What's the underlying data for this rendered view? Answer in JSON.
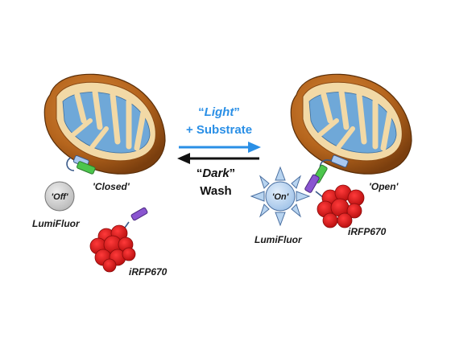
{
  "left_state": {
    "mito_label": "'Closed'",
    "probe_state": "'Off'",
    "probe_name": "LumiFluor",
    "protein_name": "iRFP670"
  },
  "right_state": {
    "mito_label": "'Open'",
    "probe_state": "'On'",
    "probe_name": "LumiFluor",
    "protein_name": "iRFP670"
  },
  "forward_arrow": {
    "line1_quote_open": "“",
    "line1_word": "Light",
    "line1_quote_close": "”",
    "line2": "+ Substrate",
    "color": "#2a8fe6"
  },
  "reverse_arrow": {
    "line1_quote_open": "“",
    "line1_word": "Dark",
    "line1_quote_close": "”",
    "line2": "Wash",
    "color": "#111111"
  },
  "colors": {
    "mito_outer": "#b5651d",
    "mito_inner": "#f2d9a6",
    "cristae": "#6fa8d8",
    "protein": "#d81b1b",
    "probe_off": "#c8c8c8",
    "probe_on": "#b8d4f0",
    "linker_green": "#4cc64c",
    "linker_blue": "#a9c8ef",
    "linker_purple": "#8a55d0"
  }
}
